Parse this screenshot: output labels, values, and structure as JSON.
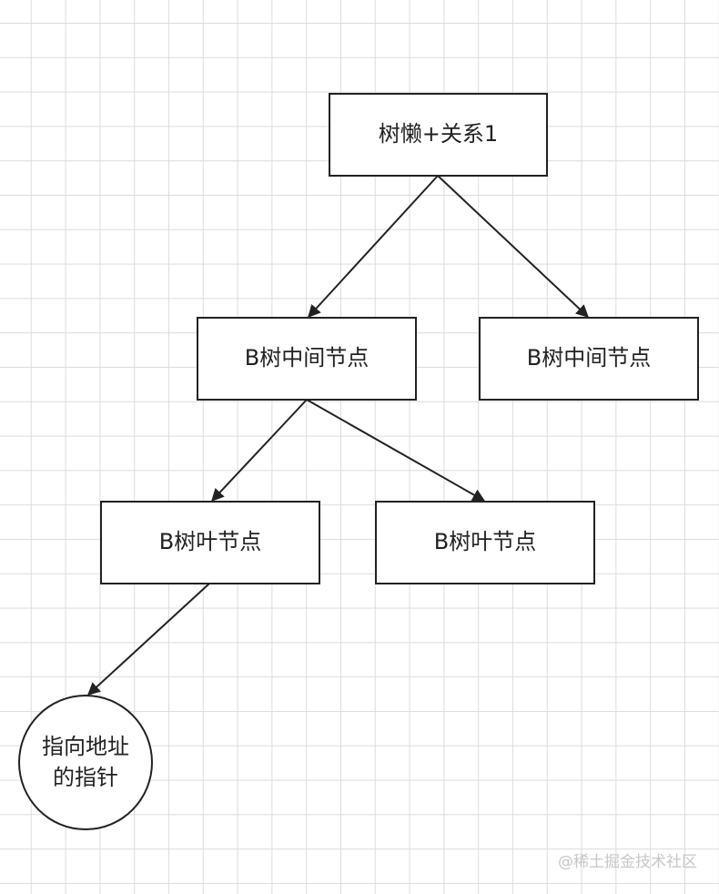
{
  "diagram": {
    "nodes": [
      {
        "id": "root",
        "label": "树懒+关系1",
        "shape": "rect"
      },
      {
        "id": "mid-left",
        "label": "B树中间节点",
        "shape": "rect"
      },
      {
        "id": "mid-right",
        "label": "B树中间节点",
        "shape": "rect"
      },
      {
        "id": "leaf-left",
        "label": "B树叶节点",
        "shape": "rect"
      },
      {
        "id": "leaf-right",
        "label": "B树叶节点",
        "shape": "rect"
      },
      {
        "id": "pointer",
        "label": "指向地址\n的指针",
        "shape": "circle"
      }
    ],
    "edges": [
      {
        "from": "root",
        "to": "mid-left"
      },
      {
        "from": "root",
        "to": "mid-right"
      },
      {
        "from": "mid-left",
        "to": "leaf-left"
      },
      {
        "from": "mid-left",
        "to": "leaf-right"
      },
      {
        "from": "leaf-left",
        "to": "pointer"
      }
    ],
    "colors": {
      "stroke": "#222222",
      "grid": "#dcdcdc",
      "background": "#ffffff"
    }
  },
  "watermark": "@稀土掘金技术社区"
}
